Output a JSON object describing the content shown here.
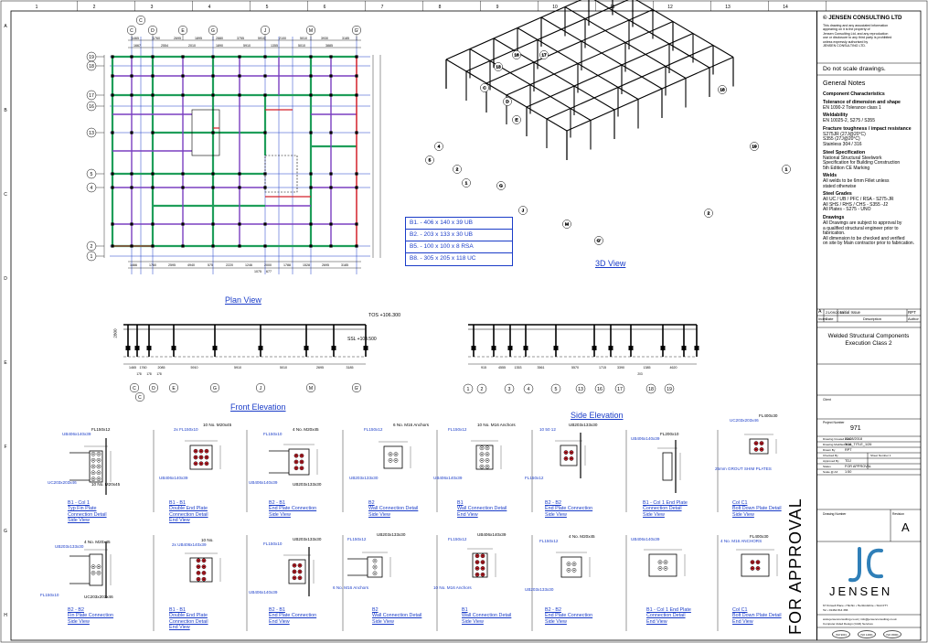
{
  "grid": {
    "columns": [
      "1",
      "2",
      "3",
      "4",
      "5",
      "6",
      "7",
      "8",
      "9",
      "10",
      "11",
      "12",
      "13",
      "14"
    ],
    "rows": [
      "A",
      "B",
      "C",
      "D",
      "E",
      "F",
      "G",
      "H"
    ]
  },
  "plan": {
    "title": "Plan View",
    "top_bubbles": [
      "C",
      "D",
      "E",
      "G",
      "J",
      "M",
      "G'"
    ],
    "left_bubbles": [
      "19",
      "18",
      "17",
      "16",
      "13",
      "5",
      "4",
      "2",
      "1"
    ],
    "legend": [
      "B1. - 406 x 140 x 39 UB",
      "B2. - 203 x 133 x 30 UB",
      "B5. - 100 x 100 x 8 RSA",
      "B8. - 305 x 205 x 118 UC"
    ],
    "top_dims": [
      "1465",
      "1760",
      "2695",
      "1895",
      "2880",
      "3755",
      "5910",
      "2100",
      "5010",
      "3930",
      "3185"
    ],
    "top_dims2": [
      "1667",
      "2554",
      "2010",
      "1890",
      "5910",
      "1355",
      "5010",
      "3885"
    ],
    "bottom_dims": [
      "1466",
      "1760",
      "2595",
      "4940",
      "575",
      "2220",
      "1246",
      "2000",
      "1788",
      "1528",
      "2695",
      "3185"
    ],
    "bottom_dims2": [
      "1075",
      "677"
    ]
  },
  "iso": {
    "title": "3D View",
    "labels": [
      "C",
      "D",
      "E",
      "17",
      "16",
      "13",
      "5",
      "4",
      "2",
      "1",
      "G",
      "J",
      "M",
      "G'",
      "18",
      "19",
      "1",
      "2"
    ]
  },
  "front": {
    "title": "Front Elevation",
    "tos": "TOS +106.300",
    "ssl": "SSL +103.500",
    "height_dim": "2800",
    "dims": [
      "1465",
      "1760",
      "2085",
      "5910",
      "5910",
      "5010",
      "2695",
      "3185"
    ],
    "dims2": [
      "178",
      "178",
      "178"
    ],
    "bubbles": [
      "C",
      "D",
      "E",
      "G",
      "J",
      "M",
      "G'"
    ],
    "sub_bubble": "C"
  },
  "side": {
    "title": "Side Elevation",
    "dims": [
      "915",
      "4555",
      "1353",
      "3561",
      "5570",
      "1715",
      "3390",
      "1385",
      "4620"
    ],
    "dims2": [
      "203"
    ],
    "bubbles": [
      "1",
      "2",
      "3",
      "4",
      "5",
      "13",
      "16",
      "17",
      "18",
      "19"
    ]
  },
  "details_top": [
    {
      "lines": [
        "B1 - Col 1",
        "Typ Fin Plate",
        "Connection Detail",
        "Side View"
      ]
    },
    {
      "lines": [
        "B1 - B1",
        "Double End Plate",
        "Connection Detail",
        "End View"
      ]
    },
    {
      "lines": [
        "B2 - B1",
        "End Plate Connection",
        "Side View"
      ]
    },
    {
      "lines": [
        "B2",
        "Wall Connection Detail",
        "Side View"
      ]
    },
    {
      "lines": [
        "B1",
        "Wall Connection Detail",
        "End View"
      ]
    },
    {
      "lines": [
        "B2 - B2",
        "End Plate Connection",
        "Side View"
      ]
    },
    {
      "lines": [
        "B1 - Col 1 End Plate",
        "Connection Detail",
        "Side View"
      ]
    },
    {
      "lines": [
        "Col C1",
        "Bolt Down Plate Detail",
        "Side View"
      ]
    }
  ],
  "details_bottom": [
    {
      "lines": [
        "B2 - B2",
        "Fin Plate Connection",
        "Side View"
      ]
    },
    {
      "lines": [
        "B1 - B1",
        "Double End Plate",
        "Connection Detail",
        "End View"
      ]
    },
    {
      "lines": [
        "B2 - B1",
        "End Plate Connection",
        "End View"
      ]
    },
    {
      "lines": [
        "B2",
        "Wall Connection Detail",
        "Side View"
      ]
    },
    {
      "lines": [
        "B1",
        "Wall Connection Detail",
        "Side View"
      ]
    },
    {
      "lines": [
        "B2 - B2",
        "End Plate Connection",
        "Side View"
      ]
    },
    {
      "lines": [
        "B1 - Col 1 End Plate",
        "Connection Detail",
        "End View"
      ]
    },
    {
      "lines": [
        "Col C1",
        "Bolt Down Plate Detail",
        "End View"
      ]
    }
  ],
  "detail_annotations_top": [
    [
      "UB406x140x39",
      "FL150x12",
      "UC203x203x46",
      "10 No. M20x45"
    ],
    [
      "2x FL150x10",
      "10 No. M20x45",
      "UB406x140x39"
    ],
    [
      "FL150x10",
      "4 No. M20x45",
      "UB406x140x39",
      "UB203x133x30"
    ],
    [
      "FL150x12",
      "6 No. M16 Anchors",
      "UB203x133x30"
    ],
    [
      "FL150x12",
      "10 No. M16 Anchors",
      "UB406x140x39"
    ],
    [
      "10 50 12",
      "UB203x133x30",
      "FL150x12"
    ],
    [
      "UB406x140x39",
      "FL200x10"
    ],
    [
      "UC203x203x46",
      "FL400x30",
      "25mm GROUT SHIM PLATES"
    ]
  ],
  "detail_annotations_bottom": [
    [
      "UB203x133x30",
      "4 No. M20x45",
      "FL150x10",
      "UC203x203x46"
    ],
    [
      "2x UB406x140x39",
      "10 No."
    ],
    [
      "FL150x10",
      "UB203x133x30",
      "UB406x140x39"
    ],
    [
      "FL150x12",
      "UB203x133x30",
      "6 No. M16 Anchors"
    ],
    [
      "FL150x12",
      "UB406x140x39",
      "10 No. M16 Anchors"
    ],
    [
      "FL150x12",
      "4 No. M20x45",
      "UB203x133x30"
    ],
    [
      "UB406x140x39"
    ],
    [
      "4 No. M16 ANCHORS",
      "FL400x30"
    ]
  ],
  "approval": "FOR APPROVAL",
  "title_block": {
    "copyright": "© JENSEN CONSULTING LTD",
    "copyright_note": [
      "This drawing and any associated information",
      "appearing on it is the property of",
      "Jensen Consulting Ltd, and any reproduction",
      "use or disclosure to any third party is prohibited",
      "unless expressly authorised by",
      "JENSEN CONSULTING LTD."
    ],
    "no_scale": "Do not scale drawings.",
    "general_notes": "General Notes",
    "notes": [
      {
        "h": "Component Characteristics",
        "l": []
      },
      {
        "h": "Tolerance of dimension and shape",
        "l": [
          "EN 1090-2 Tolerance class 1"
        ]
      },
      {
        "h": "Weldability",
        "l": [
          "EN 10025-2, S275 / S355"
        ]
      },
      {
        "h": "Fracture toughness / impact resistance",
        "l": [
          "S275JR (27J@20°C)",
          "S355 (27J@20°C)",
          "Stainless 304 / 316"
        ]
      },
      {
        "h": "Steel Specification",
        "l": [
          "National Structural Steelwork",
          "Specification for Building Construction",
          "5th Edition CE Marking"
        ]
      },
      {
        "h": "Welds",
        "l": [
          "All welds to be 6mm Fillet unless",
          "stated otherwise"
        ]
      },
      {
        "h": "Steel Grades",
        "l": [
          "All UC / UB / PFC / RSA - S275-JR",
          "All SHS / RHS / CHS - S355 -J2",
          "All Plates - S275 - UNO"
        ]
      },
      {
        "h": "Drawings",
        "l": [
          "All Drawings are subject to approval by",
          "a qualified structural engineer prior to",
          "fabrication.",
          "All dimension to be checked and verified",
          "on site by Main contractor prior to fabrication."
        ]
      }
    ],
    "rev_row": [
      "A",
      "21/09/2018",
      "Initial Issue",
      "RPT"
    ],
    "rev_head": [
      "Index",
      "Date",
      "Description",
      "Author"
    ],
    "project_title": [
      "Welded Structural Components",
      "Execution Class 2"
    ],
    "project_no_label": "Project Number",
    "project_no": "971",
    "sheet_label": "Client",
    "fields": [
      [
        "Drawing Created Date",
        "22/08/2018"
      ],
      [
        "Drawing Modified Date",
        "5/18_TITLE_1/26"
      ],
      [
        "Drawn By",
        "RPT"
      ],
      [
        "Checked By",
        ""
      ],
      [
        "Approved By",
        "TDJ"
      ],
      [
        "Status",
        "FOR APPROVAL"
      ],
      [
        "Scale @ A3",
        "1:50"
      ]
    ],
    "field_extra": [
      "Sheet Number",
      "1"
    ],
    "drawing_no_label": "Drawing Number",
    "revision_label": "Revision",
    "revision": "A",
    "brand": "JENSEN",
    "address": "67 Kinwell Place • Hitchin • Hertfordshire • SG4 0TY",
    "tel": "Tel • 01462 814 366",
    "web": "www.jensenconsulting.co.uk  |  info@jensenconsulting.co.uk",
    "service": "Computer Aided Design (CAD) Services",
    "logos": [
      "ISO 9001",
      "ISO 14001",
      "ISO 45001"
    ],
    "colors": {
      "blue": "#1a3cc8",
      "green": "#1f9e5a",
      "red": "#d4202a",
      "purple": "#7a3fc0",
      "logo_blue": "#2f7fb8"
    }
  }
}
